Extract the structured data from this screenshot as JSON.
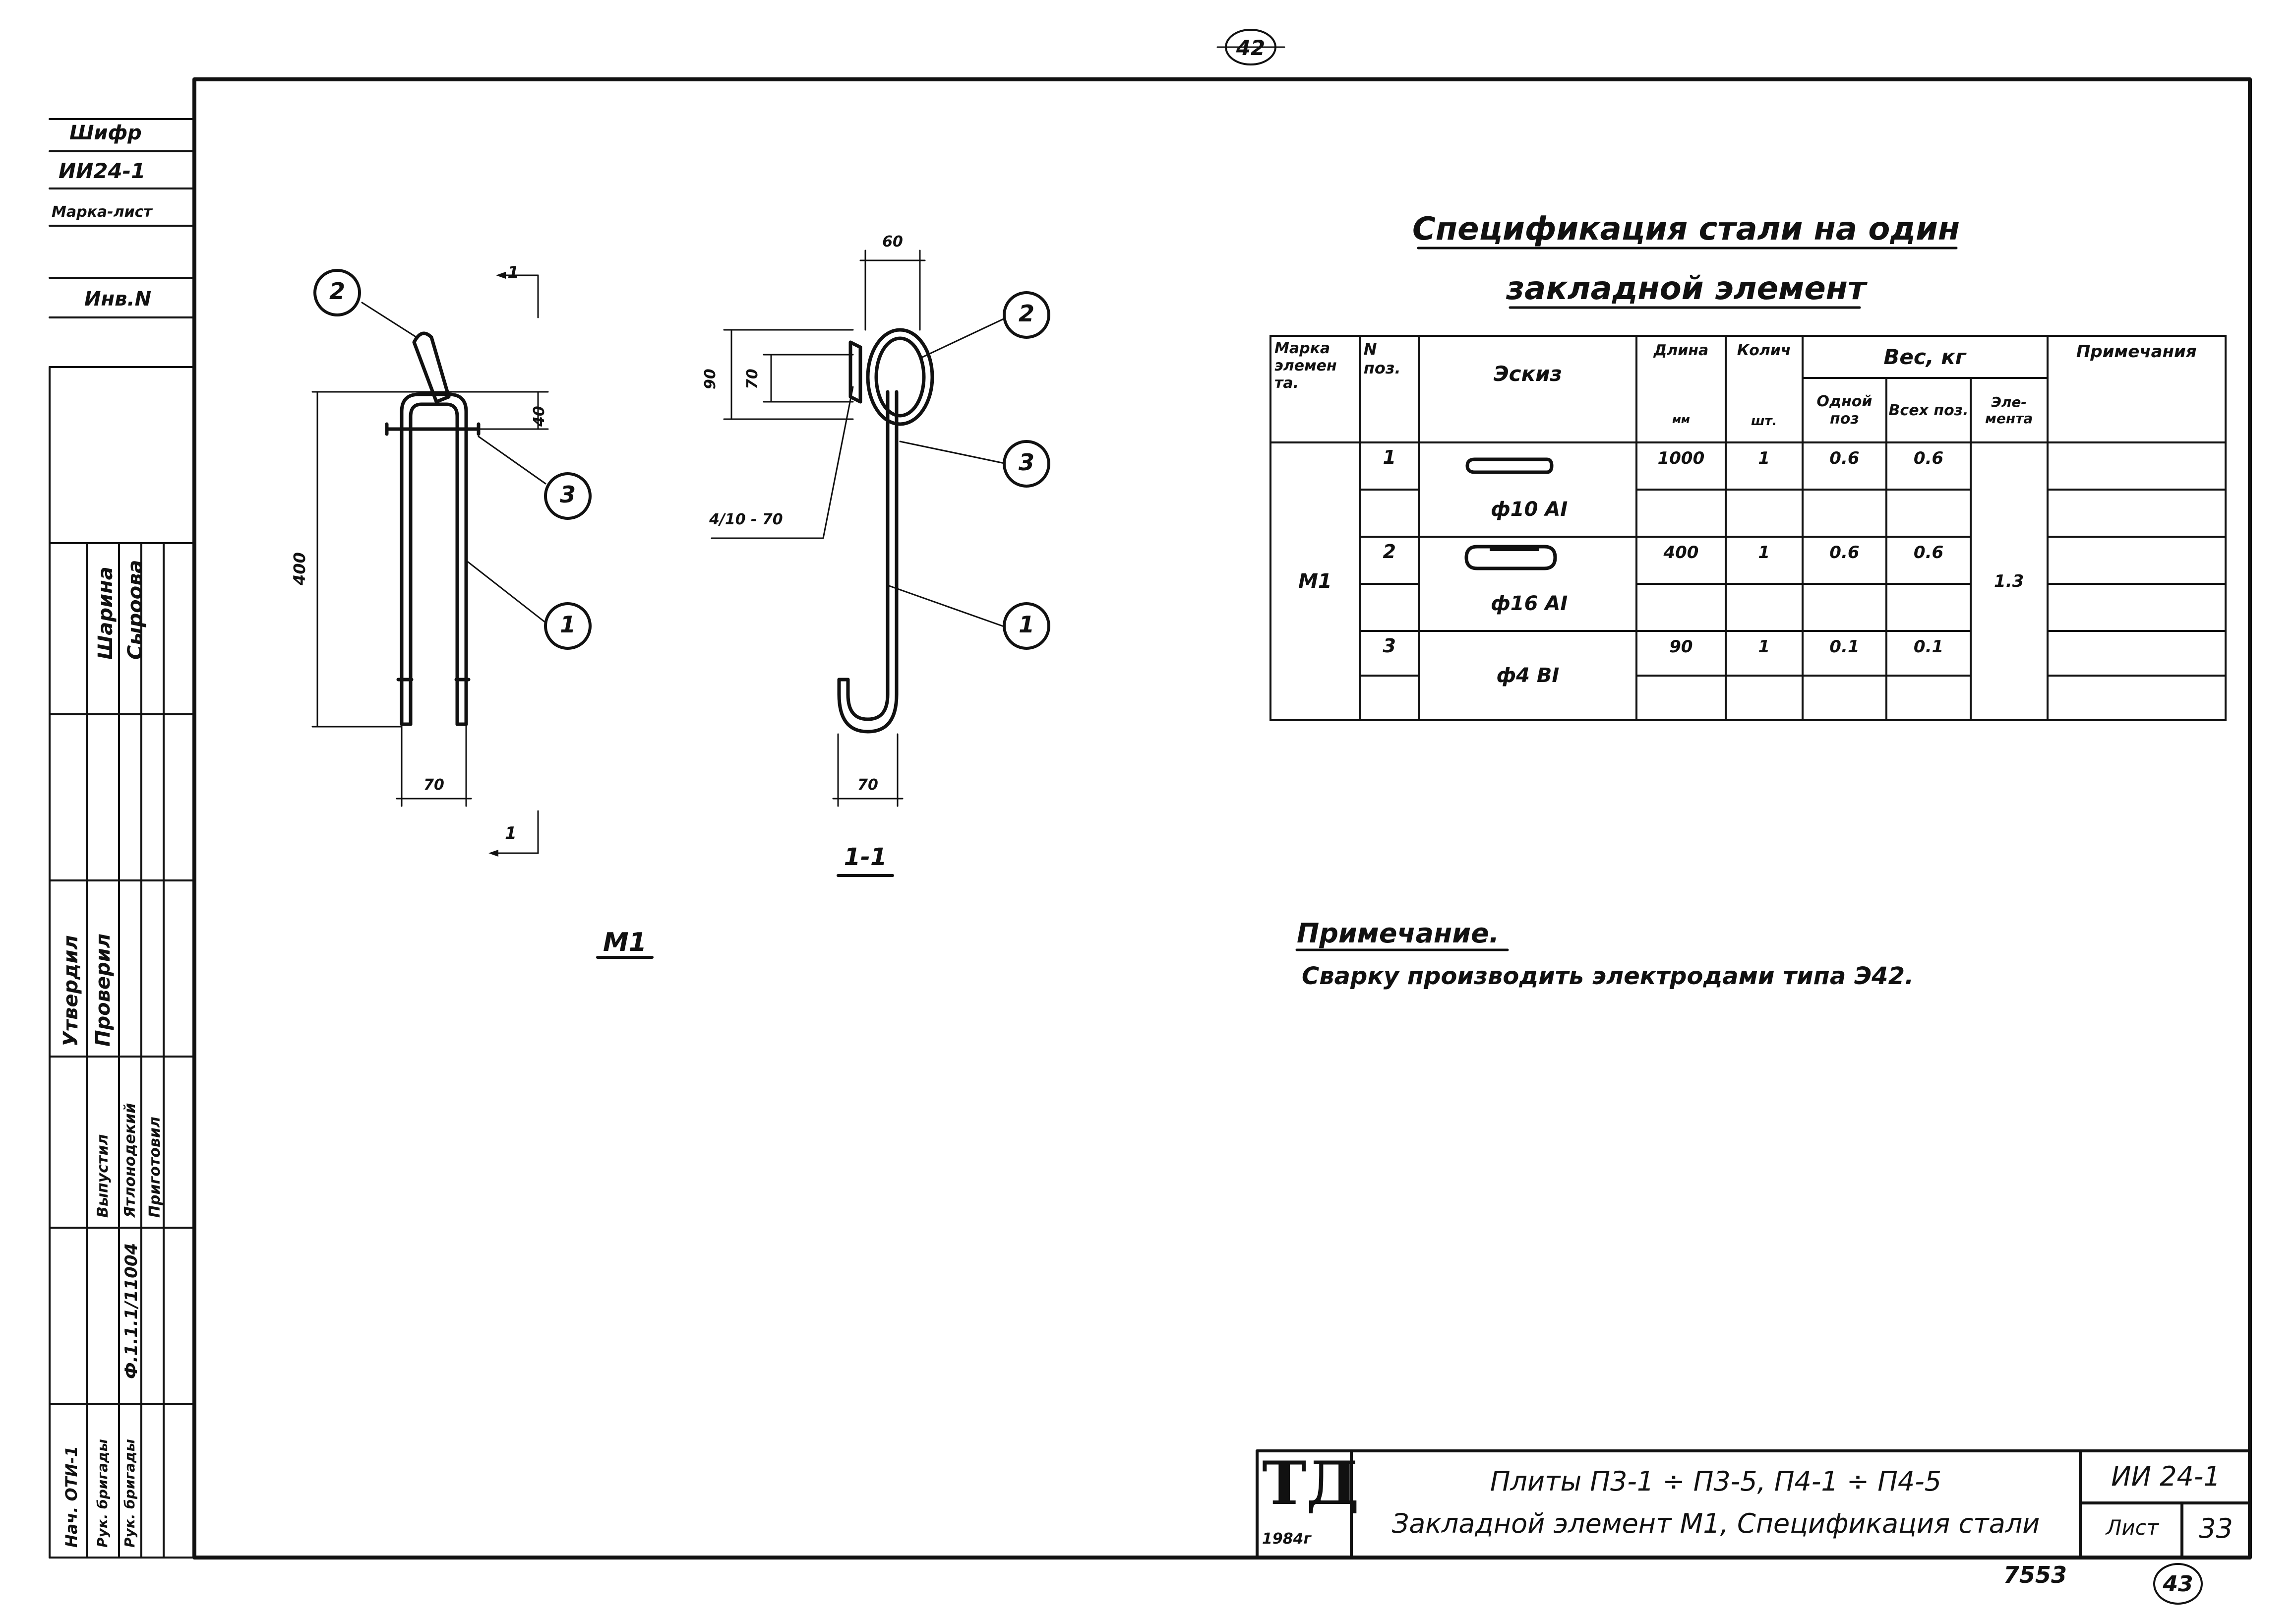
{
  "page_number_top": "42",
  "page_number_bottom": "43",
  "archive_number": "7553",
  "left_strip": {
    "cipher_label": "Шифр",
    "cipher_value": "ИИ24-1",
    "mark_sheet_label": "Марка-лист",
    "inv_label": "Инв.N",
    "pos_top_1": "Шарина",
    "pos_top_2": "Сыроова",
    "role_1": "Утвердил",
    "role_2": "Проверил",
    "lower_1": "Выпустил",
    "lower_2": "Ятлонодекий",
    "lower_3": "Приготовил",
    "date_1": "Ф.1.1.1/11004",
    "stamp_1": "Нач. ОТИ-1",
    "stamp_2": "Рук. бригады",
    "stamp_3": "Рук. бригады"
  },
  "drawing": {
    "callouts": [
      "1",
      "2",
      "3"
    ],
    "dim_60": "60",
    "dim_40": "40",
    "dim_400": "400",
    "dim_70_a": "70",
    "dim_70_b": "70",
    "dim_90": "90",
    "dim_70_c": "70",
    "weld_label": "4/10 - 70",
    "section_mark": "1",
    "section_label": "1-1",
    "element_label": "М1"
  },
  "spec": {
    "title_line1": "Спецификация стали на один",
    "title_line2": "закладной элемент",
    "headers": {
      "mark": "Марка элемен та.",
      "pos": "N поз.",
      "sketch": "Эскиз",
      "length": "Длина",
      "length_unit": "мм",
      "qty": "Колич",
      "qty_unit": "шт.",
      "weight": "Вес, кг",
      "w_one": "Одной поз",
      "w_all": "Всех поз.",
      "w_elem": "Эле- мента",
      "note": "Примечания"
    },
    "element_mark": "М1",
    "element_weight": "1.3",
    "rows": [
      {
        "pos": "1",
        "steel": "ф10 АI",
        "length": "1000",
        "qty": "1",
        "one": "0.6",
        "all": "0.6"
      },
      {
        "pos": "2",
        "steel": "ф16 АI",
        "length": "400",
        "qty": "1",
        "one": "0.6",
        "all": "0.6"
      },
      {
        "pos": "3",
        "steel": "ф4 ВI",
        "length": "90",
        "qty": "1",
        "one": "0.1",
        "all": "0.1"
      }
    ]
  },
  "note": {
    "title": "Примечание.",
    "text": "Сварку производить электродами типа Э42."
  },
  "title_block": {
    "logo": "ТД",
    "year": "1984г",
    "line1": "Плиты П3-1 ÷ П3-5, П4-1 ÷ П4-5",
    "line2": "Закладной элемент М1, Спецификация стали",
    "code": "ИИ 24-1",
    "sheet_label": "Лист",
    "sheet_number": "33"
  }
}
